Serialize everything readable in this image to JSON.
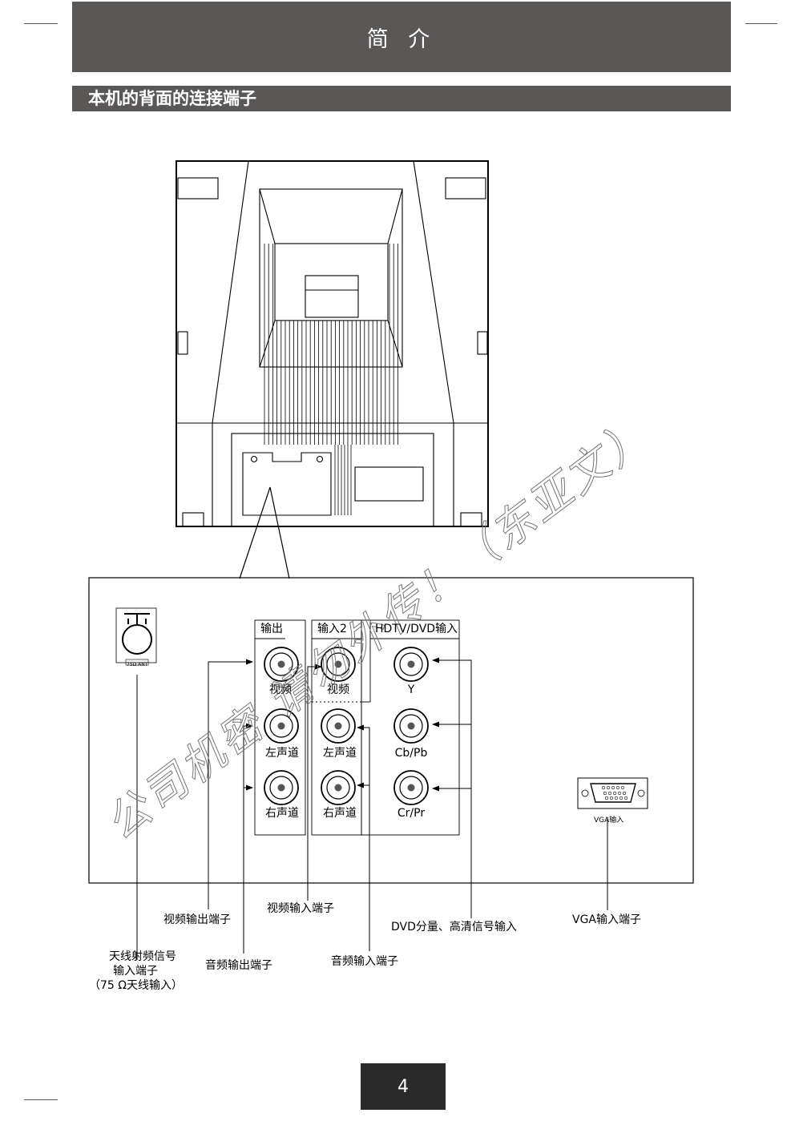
{
  "header": {
    "title": "简 介"
  },
  "section": {
    "title": "本机的背面的连接端子"
  },
  "panel": {
    "group_output": "输出",
    "group_input2": "输入2",
    "group_hdtv": "HDTV/DVD输入",
    "out_video": "视频",
    "out_left": "左声道",
    "out_right": "右声道",
    "in2_video": "视频",
    "in2_left": "左声道",
    "in2_right": "右声道",
    "hd_y": "Y",
    "hd_cb": "Cb/Pb",
    "hd_cr": "Cr/Pr",
    "ant_label": "75Ω ANT",
    "vga_label": "VGA输入"
  },
  "callouts": {
    "video_out": "视频输出端子",
    "video_in": "视频输入端子",
    "dvd_in": "DVD分量、高清信号输入",
    "vga_in": "VGA输入端子",
    "antenna_l1": "天线射频信号",
    "antenna_l2": "输入端子",
    "antenna_l3": "（75 Ω天线输入）",
    "audio_out": "音频输出端子",
    "audio_in": "音频输入端子"
  },
  "watermark": "公司机密 请勿外传！（东亚文）",
  "page": {
    "number": "4"
  }
}
